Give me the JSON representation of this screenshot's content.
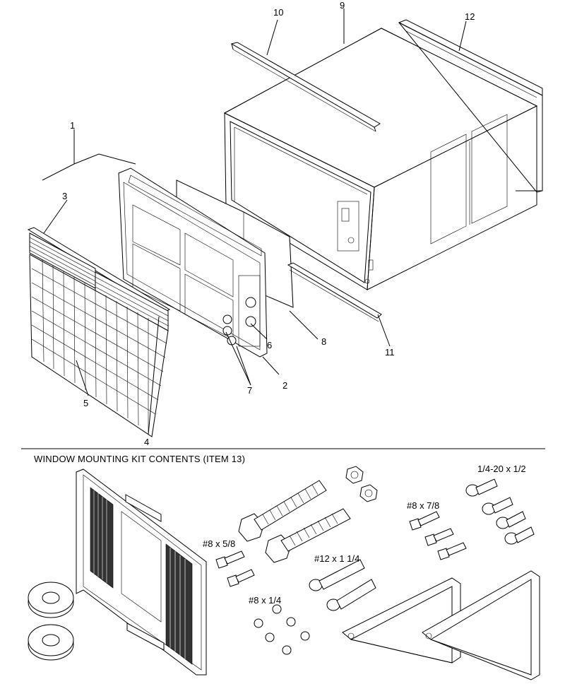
{
  "diagram": {
    "callouts": {
      "c1": "1",
      "c2": "2",
      "c3": "3",
      "c4": "4",
      "c5": "5",
      "c6": "6",
      "c7": "7",
      "c8": "8",
      "c9": "9",
      "c10": "10",
      "c11": "11",
      "c12": "12"
    },
    "kit": {
      "title": "WINDOW MOUNTING KIT CONTENTS (ITEM 13)",
      "labels": {
        "s1": "1/4-20 x 1/2",
        "s2": "#8 x 7/8",
        "s3": "#8 x 5/8",
        "s4": "#12 x 1 1/4",
        "s5": "#8 x 1/4"
      }
    }
  }
}
